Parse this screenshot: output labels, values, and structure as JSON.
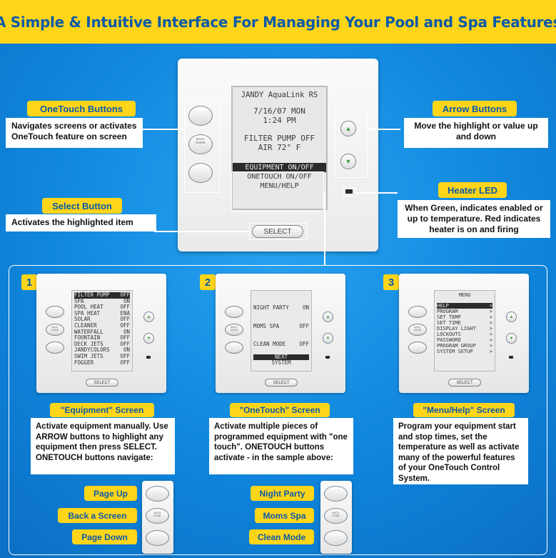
{
  "banner": {
    "title": "A Simple & Intuitive Interface For Managing Your Pool and Spa Features"
  },
  "main_panel": {
    "lcd_lines": [
      "JANDY AquaLink RS",
      "7/16/07 MON",
      "1:24 PM",
      "FILTER PUMP OFF",
      "AIR 72° F"
    ],
    "menu": [
      "EQUIPMENT ON/OFF",
      "ONETOUCH ON/OFF",
      "MENU/HELP"
    ],
    "back_label": "BACK\nDONE",
    "select_label": "SELECT",
    "up_icon": "▲",
    "down_icon": "▼"
  },
  "callouts": {
    "onetouch": {
      "title": "OneTouch Buttons",
      "text": "Navigates screens or activates OneTouch feature on screen"
    },
    "select": {
      "title": "Select Button",
      "text": "Activates the highlighted item"
    },
    "arrow": {
      "title": "Arrow Buttons",
      "text": "Move the highlight or value up and down"
    },
    "heater": {
      "title": "Heater LED",
      "text": "When Green, indicates enabled or up to temperature. Red indicates heater is on and firing"
    }
  },
  "screens": [
    {
      "num": "1",
      "rows": [
        [
          "FILTER PUMP",
          "OFF"
        ],
        [
          "SPA",
          "ON"
        ],
        [
          "POOL HEAT",
          "OFF"
        ],
        [
          "SPA HEAT",
          "ENA"
        ],
        [
          "SOLAR",
          "OFF"
        ],
        [
          "CLEANER",
          "OFF"
        ],
        [
          "WATERFALL",
          "ON"
        ],
        [
          "FOUNTAIN",
          "OFF"
        ],
        [
          "DECK JETS",
          "OFF"
        ],
        [
          "JANDYCOLORS",
          "ON"
        ],
        [
          "SWIM JETS",
          "OFF"
        ],
        [
          "FOGGER",
          "OFF"
        ]
      ],
      "title": "\"Equipment\" Screen",
      "text": "Activate equipment manually. Use ARROW buttons to highlight any equipment then press SELECT. ONETOUCH buttons navigate:",
      "select_label": "SELECT",
      "back_label": "BACK\nDONE"
    },
    {
      "num": "2",
      "rows": [
        [
          "NIGHT PARTY",
          "ON"
        ],
        [
          "MOMS SPA",
          "OFF"
        ],
        [
          "CLEAN MODE",
          "OFF"
        ]
      ],
      "footer": [
        "NEXT",
        "SYSTEM"
      ],
      "title": "\"OneTouch\" Screen",
      "text": "Activate multiple pieces of programmed equipment with \"one touch\". ONETOUCH buttons activate - in the sample above:",
      "select_label": "SELECT",
      "back_label": "BACK\nDONE"
    },
    {
      "num": "3",
      "header": "MENU",
      "rows": [
        [
          "HELP",
          ">"
        ],
        [
          "PROGRAM",
          ">"
        ],
        [
          "SET TEMP",
          ">"
        ],
        [
          "SET TIME",
          ">"
        ],
        [
          "DISPLAY LIGHT",
          ">"
        ],
        [
          "LOCKOUTS",
          ">"
        ],
        [
          "PASSWORD",
          ">"
        ],
        [
          "PROGRAM GROUP",
          ">"
        ],
        [
          "SYSTEM SETUP",
          ">"
        ]
      ],
      "title": "\"Menu/Help\" Screen",
      "text": "Program your equipment start and stop times, set the temperature as well as activate many of the powerful features of your OneTouch Control System.",
      "select_label": "SELECT",
      "back_label": "BACK\nDONE"
    }
  ],
  "legend1": [
    "Page Up",
    "Back a Screen",
    "Page Down"
  ],
  "legend2": [
    "Night Party",
    "Moms Spa",
    "Clean Mode"
  ],
  "colors": {
    "accent": "#ffd51a",
    "brand": "#0b5aa8",
    "background": "#0f86dc"
  }
}
